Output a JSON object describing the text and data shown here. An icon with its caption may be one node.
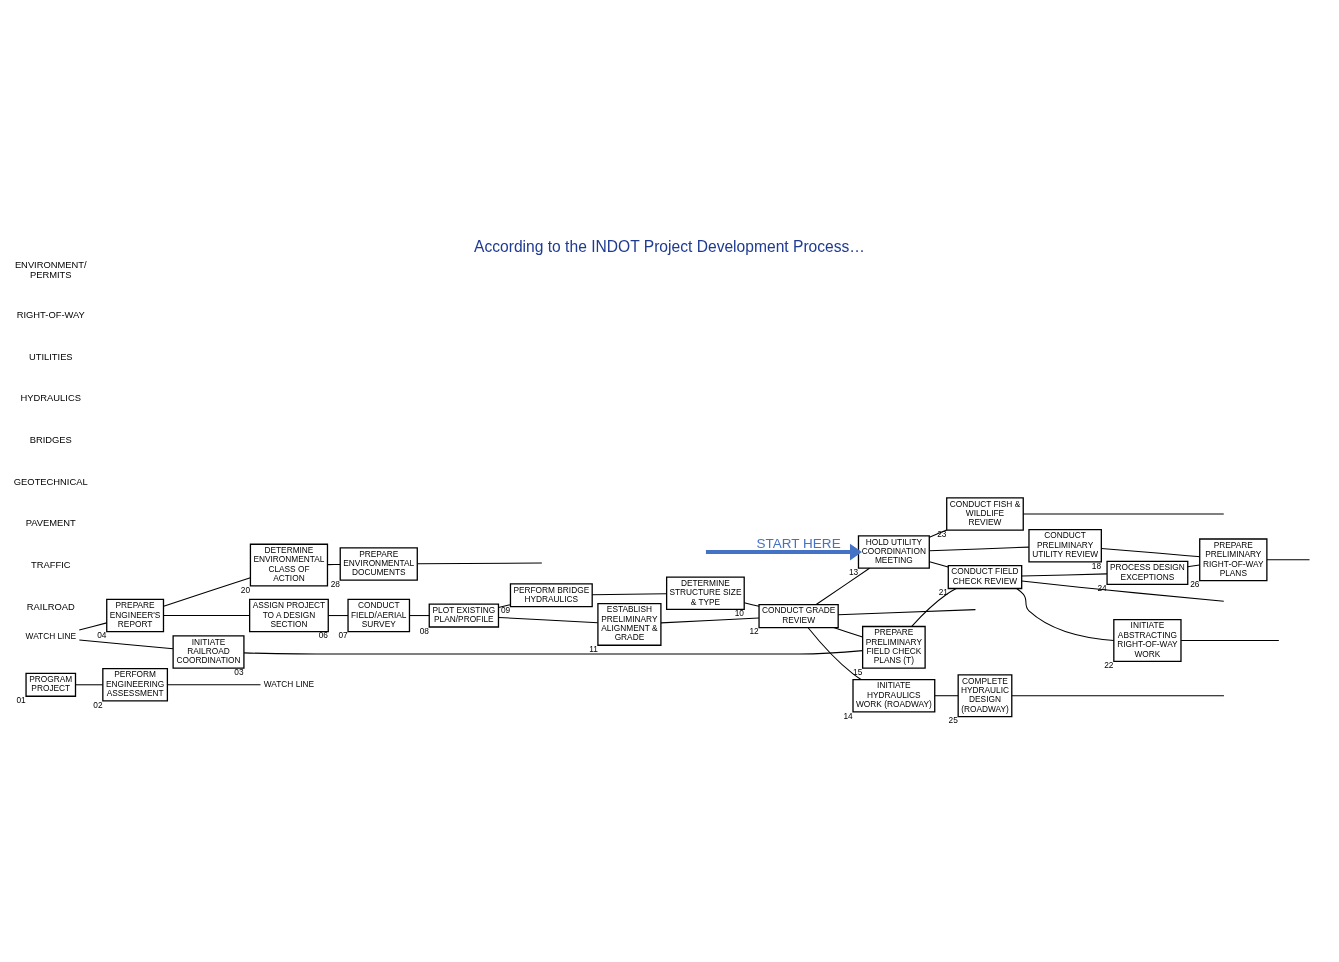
{
  "diagram": {
    "title": "According to the INDOT Project Development Process…",
    "nodes": [
      {
        "text": [
          "PROGRAM PROJECT"
        ],
        "beside": [
          "01"
        ]
      },
      {
        "text": [
          "PERFORM ENGINEERING ASSESSMENT"
        ],
        "beside": [
          "02"
        ]
      },
      {
        "text": [
          "WATCH LINE"
        ]
      },
      {
        "text": [
          "WATCH LINE"
        ]
      },
      {
        "text": [
          "PREPARE ENGINEER'S REPORT"
        ],
        "beside": [
          "04"
        ]
      },
      {
        "text": [
          "ASSIGN PROJECT TO A DESIGN SECTION"
        ],
        "beside": [
          "06"
        ]
      },
      {
        "text": [
          "CONDUCT FIELD/AERIAL SURVEY"
        ],
        "beside": [
          "07"
        ]
      },
      {
        "text": [
          "PLOT EXISTING PLAN/PROFILE"
        ],
        "beside": [
          "08"
        ]
      },
      {
        "text": [
          "ESTABLISH PRELIMINARY ALIGNMENT & GRADE"
        ],
        "beside": [
          "11"
        ]
      },
      {
        "text": [
          "CONDUCT GRADE REVIEW"
        ],
        "beside": [
          "12"
        ]
      },
      {
        "text": [
          "PERFORM BRIDGE HYDRAULICS"
        ],
        "beside": [
          "09"
        ]
      },
      {
        "text": [
          "DETERMINE STRUCTURE SIZE & TYPE"
        ],
        "beside": [
          "10"
        ]
      },
      {
        "text": [
          "INITIATE RAILROAD COORDINATION"
        ],
        "beside": [
          "03"
        ]
      },
      {
        "text": [
          "DETERMINE ENVIRONMENTAL CLASS OF ACTION"
        ],
        "beside": [
          "20"
        ]
      },
      {
        "text": [
          "PREPARE ENVIRONMENTAL DOCUMENTS"
        ],
        "beside": [
          "28"
        ]
      },
      {
        "text": [
          "HOLD UTILITY COORDINATION MEETING"
        ],
        "beside": [
          "13"
        ]
      },
      {
        "text": [
          "INITIATE HYDRAULICS WORK (ROADWAY)"
        ],
        "beside": [
          "14"
        ]
      },
      {
        "text": [
          "PREPARE PRELIMINARY FIELD CHECK PLANS (T)"
        ],
        "beside": [
          "15"
        ]
      },
      {
        "text": [
          "CONDUCT PRELIMINARY UTILITY REVIEW"
        ],
        "beside": [
          "18"
        ]
      },
      {
        "text": [
          "CONDUCT FIELD CHECK REVIEW"
        ],
        "beside": [
          "21"
        ]
      },
      {
        "text": [
          "INITIATE ABSTRACTING RIGHT-OF-WAY WORK"
        ],
        "beside": [
          "22"
        ]
      },
      {
        "text": [
          "PROCESS DESIGN EXCEPTIONS"
        ],
        "beside": [
          "24"
        ]
      },
      {
        "text": [
          "COMPLETE HYDRAULIC DESIGN (ROADWAY)"
        ],
        "beside": [
          "25"
        ]
      },
      {
        "text": [
          "PREPARE PRELIMINARY RIGHT-OF-WAY PLANS"
        ],
        "beside": [
          "26"
        ]
      },
      {
        "text": [
          "CONDUCT FISH & WILDLIFE REVIEW"
        ],
        "beside": [
          "23"
        ]
      }
    ],
    "edges": [
      {
        "from": 0,
        "to": 1,
        "arrow": "none"
      },
      {
        "from": 1,
        "to": 2,
        "arrow": "none"
      },
      {
        "from": 3,
        "to": 4,
        "arrow": "none"
      },
      {
        "from": 4,
        "to": 5,
        "arrow": "none"
      },
      {
        "from": 5,
        "to": 6,
        "arrow": "none"
      },
      {
        "from": 6,
        "to": 7,
        "arrow": "none"
      },
      {
        "from": 7,
        "to": 8,
        "arrow": "none"
      },
      {
        "from": 8,
        "to": 9,
        "arrow": "none"
      },
      {
        "from": 7,
        "to": 10,
        "arrow": "none"
      },
      {
        "from": 10,
        "to": 11,
        "arrow": "none"
      },
      {
        "from": 11,
        "to": 9,
        "arrow": "none"
      },
      {
        "from": 3,
        "to": 12,
        "arrow": "none"
      },
      {
        "from": 4,
        "to": 13,
        "arrow": "none"
      },
      {
        "from": 13,
        "to": 14,
        "arrow": "none"
      },
      {
        "from": 14,
        "to": null,
        "arrow": "none"
      },
      {
        "from": 9,
        "to": 15,
        "arrow": "none"
      },
      {
        "from": 9,
        "to": 16,
        "arrow": "none"
      },
      {
        "from": 9,
        "to": 17,
        "arrow": "none"
      },
      {
        "from": 12,
        "to": 17,
        "arrow": "none"
      },
      {
        "from": 9,
        "to": null,
        "arrow": "none"
      },
      {
        "from": 15,
        "to": 18,
        "arrow": "none"
      },
      {
        "from": 15,
        "to": 19,
        "arrow": "none"
      },
      {
        "from": 15,
        "to": 24,
        "arrow": "none"
      },
      {
        "from": 16,
        "to": 22,
        "arrow": "none"
      },
      {
        "from": 17,
        "to": 19,
        "arrow": "none"
      },
      {
        "from": 19,
        "to": 21,
        "arrow": "none"
      },
      {
        "from": 19,
        "to": 20,
        "arrow": "none"
      },
      {
        "from": 19,
        "to": null,
        "arrow": "none"
      },
      {
        "from": 21,
        "to": 23,
        "arrow": "none"
      },
      {
        "from": 18,
        "to": 23,
        "arrow": "none"
      },
      {
        "from": 20,
        "to": null,
        "arrow": "none"
      },
      {
        "from": 22,
        "to": null,
        "arrow": "none"
      },
      {
        "from": 23,
        "to": null,
        "arrow": "none"
      },
      {
        "from": 24,
        "to": null,
        "arrow": "none"
      },
      {
        "from": null,
        "to": 15,
        "arrow": "to",
        "label": "START HERE",
        "style": "thick",
        "color": "#4472c4"
      }
    ],
    "labels": [
      "ENVIRONMENT/ PERMITS",
      "RIGHT-OF-WAY",
      "UTILITIES",
      "HYDRAULICS",
      "BRIDGES",
      "GEOTECHNICAL",
      "PAVEMENT",
      "TRAFFIC",
      "RAILROAD"
    ]
  }
}
